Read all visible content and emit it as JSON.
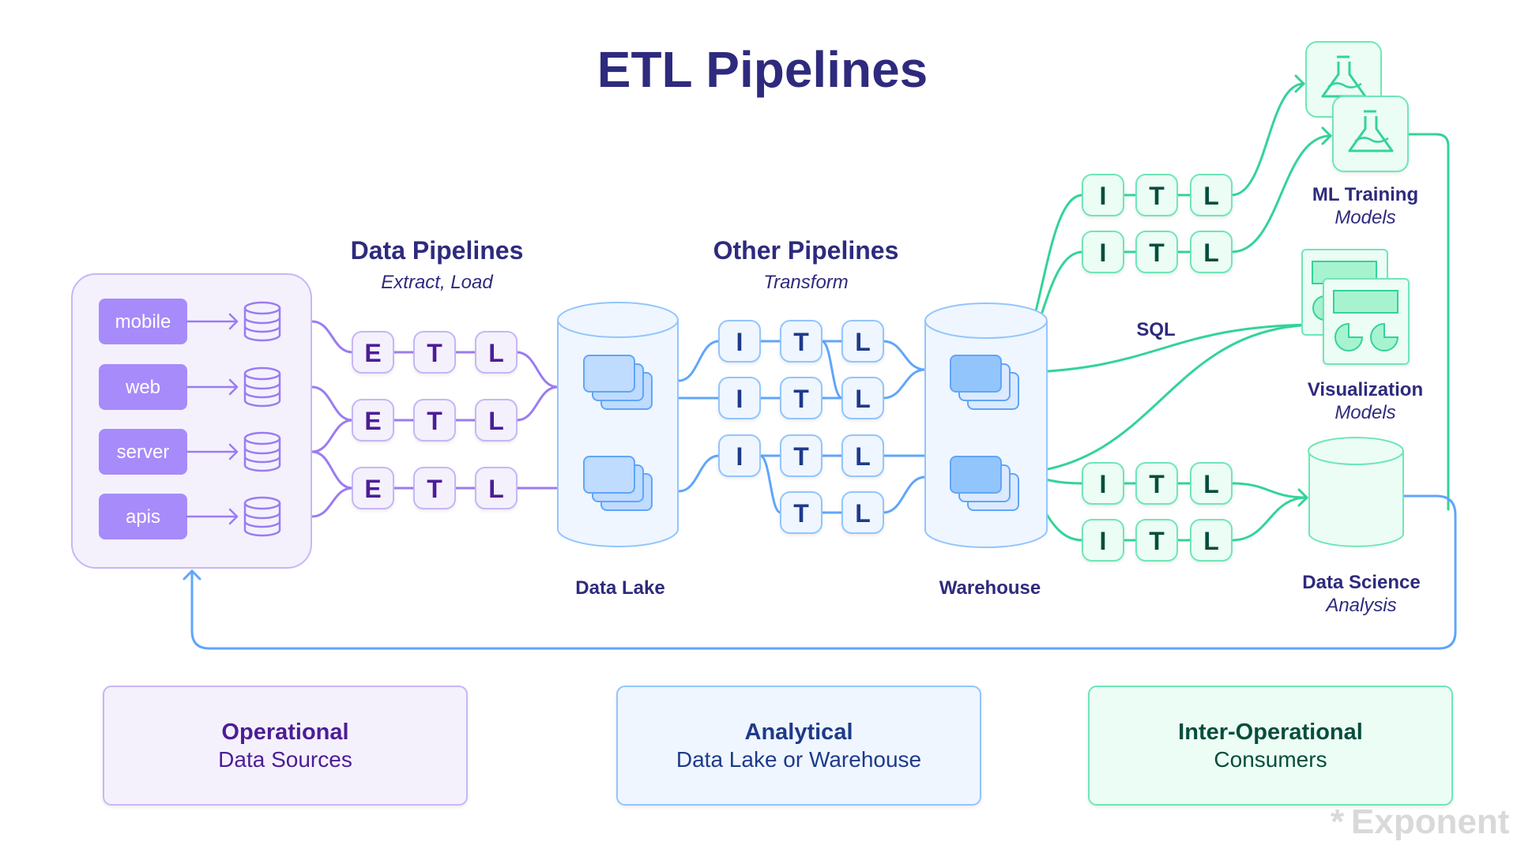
{
  "title": "ETL Pipelines",
  "colors": {
    "purple_line": "#9b7cf0",
    "purple_fill": "#f4f1fd",
    "purple_stroke": "#c7b6f7",
    "purple_text": "#4c1d95",
    "purple_solid": "#a78bfa",
    "blue_line": "#60a5fa",
    "blue_fill": "#eff6ff",
    "blue_stroke": "#93c5fd",
    "blue_text": "#1e3a8a",
    "green_line": "#34d399",
    "green_fill": "#ecfdf5",
    "green_stroke": "#6ee7b7",
    "green_text": "#064e3b",
    "heading": "#2e2a7d"
  },
  "sections": {
    "data_pipelines": {
      "title": "Data Pipelines",
      "subtitle": "Extract, Load"
    },
    "other_pipelines": {
      "title": "Other Pipelines",
      "subtitle": "Transform"
    }
  },
  "sources": {
    "items": [
      {
        "label": "mobile",
        "icon": "database-icon"
      },
      {
        "label": "web",
        "icon": "database-icon"
      },
      {
        "label": "server",
        "icon": "database-icon"
      },
      {
        "label": "apis",
        "icon": "database-icon"
      }
    ]
  },
  "etl_rows": [
    [
      "E",
      "T",
      "L"
    ],
    [
      "E",
      "T",
      "L"
    ],
    [
      "E",
      "T",
      "L"
    ]
  ],
  "transform_rows": [
    [
      "I",
      "T",
      "L"
    ],
    [
      "I",
      "T",
      "L"
    ],
    [
      "I",
      "T",
      "L"
    ],
    [
      "T",
      "L"
    ]
  ],
  "consumer_rows": [
    [
      "I",
      "T",
      "L"
    ],
    [
      "I",
      "T",
      "L"
    ],
    [
      "I",
      "T",
      "L"
    ],
    [
      "I",
      "T",
      "L"
    ]
  ],
  "stores": {
    "data_lake": {
      "label": "Data Lake"
    },
    "warehouse": {
      "label": "Warehouse"
    }
  },
  "sql_label": "SQL",
  "consumers": {
    "ml": {
      "title": "ML Training",
      "subtitle": "Models",
      "icon": "flask-icon"
    },
    "viz": {
      "title": "Visualization",
      "subtitle": "Models",
      "icon": "dashboard-icon"
    },
    "ds": {
      "title": "Data Science",
      "subtitle": "Analysis",
      "icon": "database-icon"
    }
  },
  "categories": [
    {
      "title": "Operational",
      "subtitle": "Data Sources"
    },
    {
      "title": "Analytical",
      "subtitle": "Data Lake or Warehouse"
    },
    {
      "title": "Inter-Operational",
      "subtitle": "Consumers"
    }
  ],
  "watermark": "Exponent"
}
